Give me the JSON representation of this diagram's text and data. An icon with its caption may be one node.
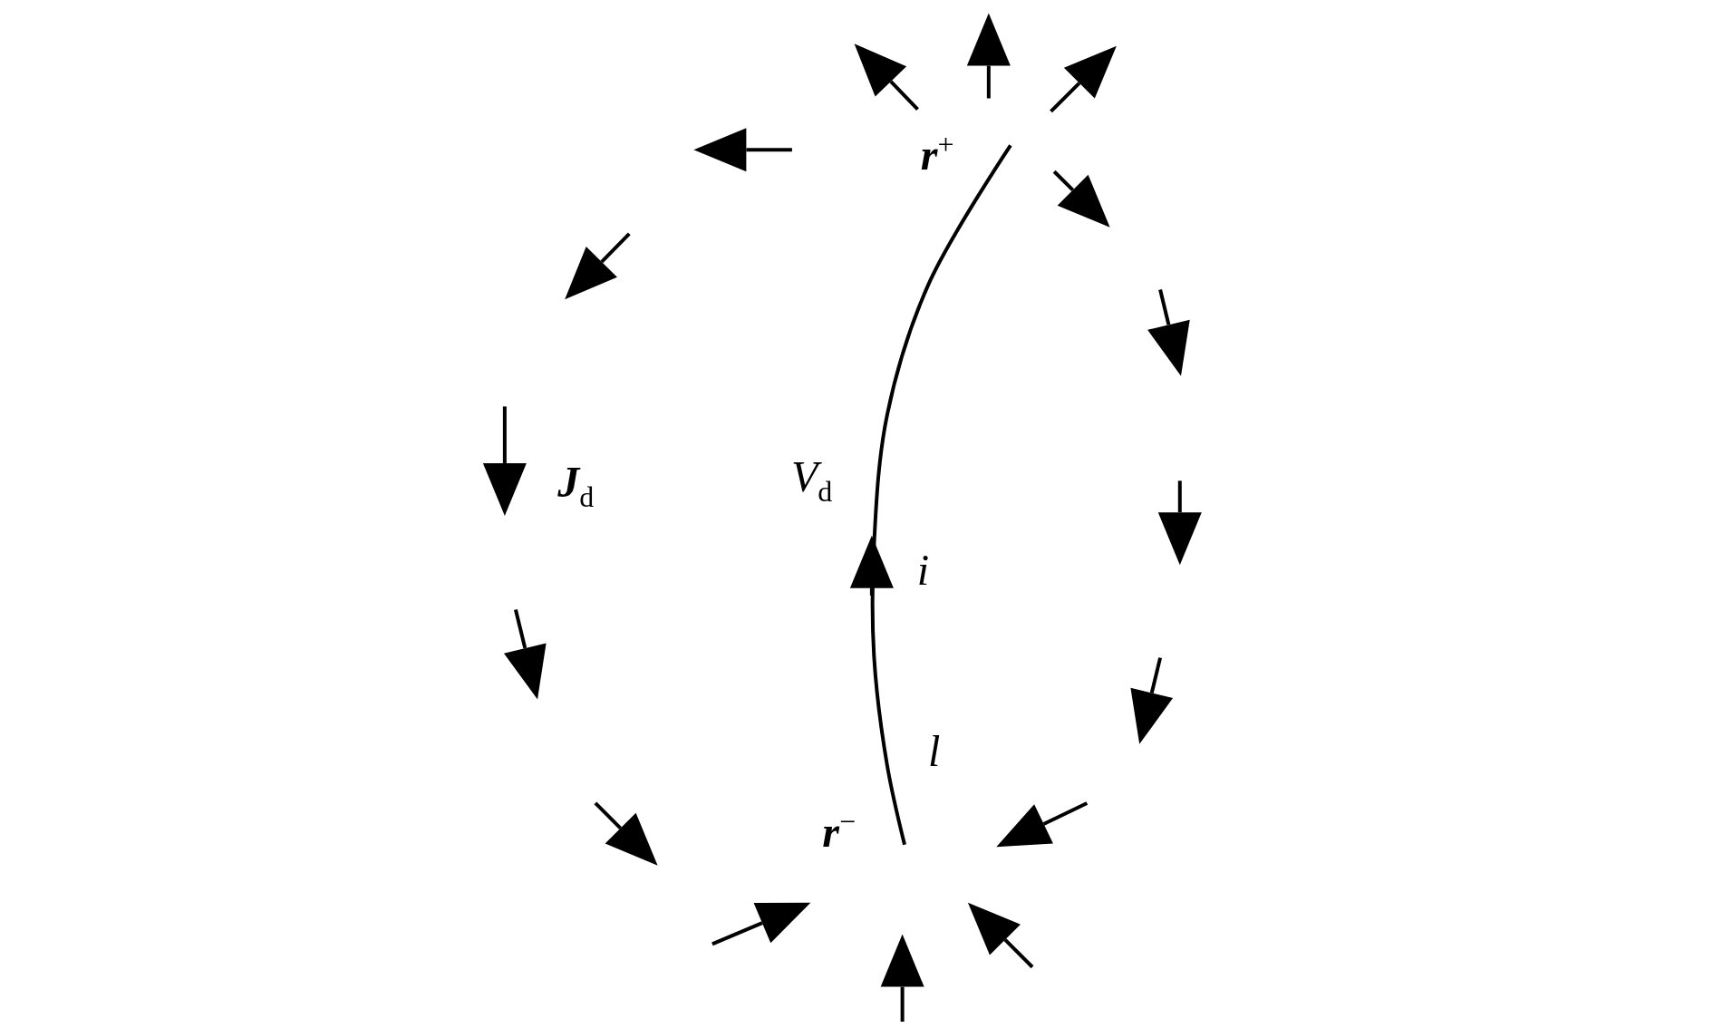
{
  "diagram": {
    "labels": [
      "**r**$^{+}$",
      "**J**$_{d}$",
      "*V*$_{d}$",
      "i",
      "l",
      "**r**$^{−}$"
    ]
  }
}
